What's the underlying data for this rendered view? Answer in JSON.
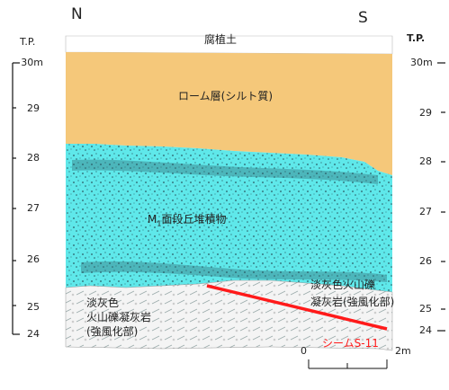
{
  "compass": {
    "north": "N",
    "south": "S"
  },
  "scale_label_left": "T.P.",
  "scale_label_right": "T.P.",
  "elevations_left": [
    "30m",
    "29",
    "28",
    "27",
    "26",
    "25",
    "24"
  ],
  "elevations_right": [
    "30m",
    "29",
    "28",
    "27",
    "26",
    "25",
    "24"
  ],
  "layers": {
    "topsoil": "腐植土",
    "loam": "ローム層(シルト質)",
    "terrace_prefix": "M",
    "terrace_sub": "1",
    "terrace_suffix": "面段丘堆積物",
    "tuff_left_1": "淡灰色",
    "tuff_left_2": "火山礫凝灰岩",
    "tuff_left_3": "(強風化部)",
    "tuff_right_1": "淡灰色火山礫",
    "tuff_right_2": "凝灰岩(強風化部)",
    "seam": "シームS-11"
  },
  "colors": {
    "loam": "#f5c87a",
    "terrace": "#5fe8ea",
    "terrace_dark": "#2a5a63",
    "seam": "#ff1a1a"
  },
  "scale_bar": {
    "start": "0",
    "end": "2m"
  }
}
